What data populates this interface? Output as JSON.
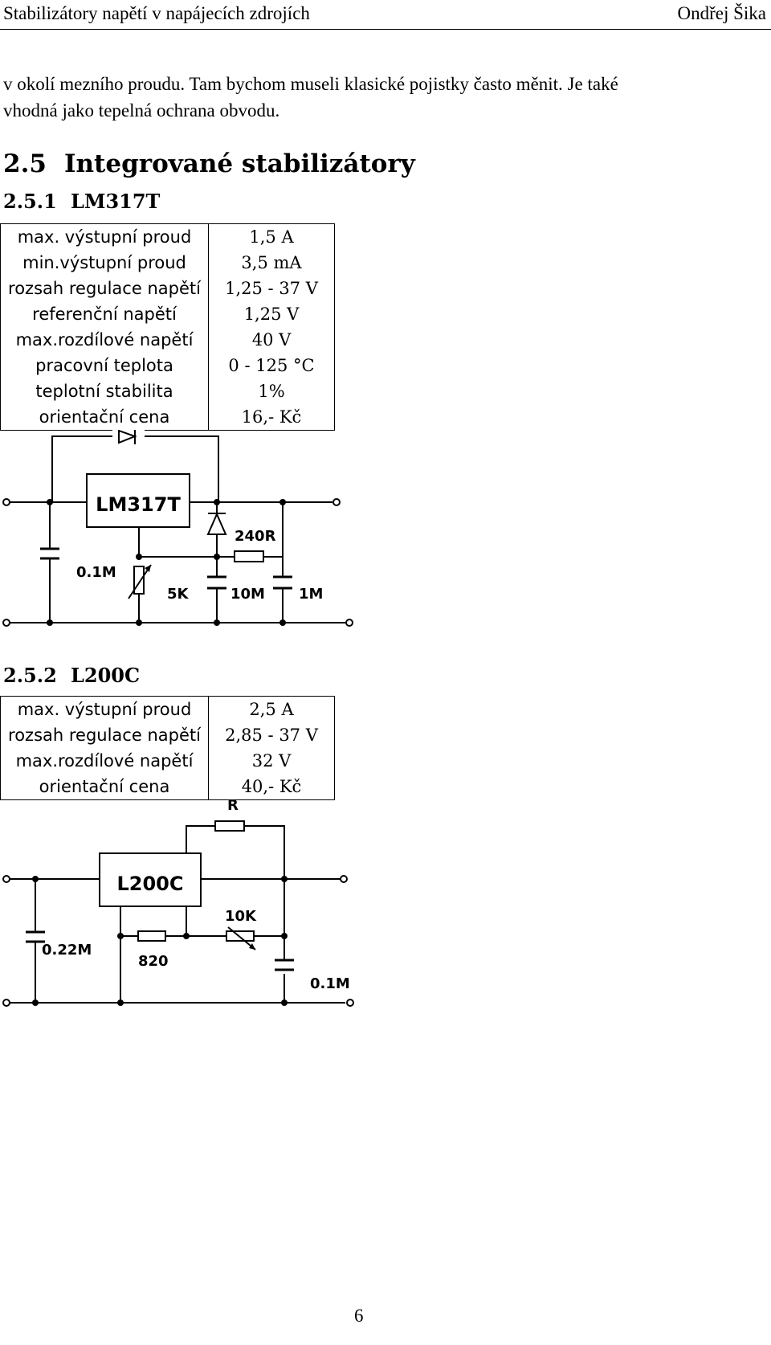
{
  "header": {
    "title": "Stabilizátory napětí v napájecích zdrojích",
    "author": "Ondřej Šika"
  },
  "intro": {
    "line1": "v okolí mezního proudu. Tam bychom museli klasické pojistky často měnit. Je také",
    "line2": "vhodná jako tepelná ochrana obvodu."
  },
  "section": {
    "number": "2.5",
    "title": "Integrované stabilizátory"
  },
  "lm317": {
    "number": "2.5.1",
    "title": "LM317T",
    "specs": [
      {
        "param": "max. výstupní proud",
        "value": "1,5 A"
      },
      {
        "param": "min.výstupní proud",
        "value": "3,5 mA"
      },
      {
        "param": "rozsah regulace napětí",
        "value": "1,25 - 37 V"
      },
      {
        "param": "referenční napětí",
        "value": "1,25 V"
      },
      {
        "param": "max.rozdílové napětí",
        "value": "40 V"
      },
      {
        "param": "pracovní teplota",
        "value": "0 - 125 °C"
      },
      {
        "param": "teplotní stabilita",
        "value": "1%"
      },
      {
        "param": "orientační cena",
        "value": "16,- Kč"
      }
    ],
    "schematic": {
      "ic_label": "LM317T",
      "labels": {
        "c_in": "0.1M",
        "pot": "5K",
        "r": "240R",
        "c_adj": "10M",
        "c_out": "1M"
      }
    }
  },
  "l200": {
    "number": "2.5.2",
    "title": "L200C",
    "specs": [
      {
        "param": "max. výstupní proud",
        "value": "2,5 A"
      },
      {
        "param": "rozsah regulace napětí",
        "value": "2,85 - 37 V"
      },
      {
        "param": "max.rozdílové napětí",
        "value": "32 V"
      },
      {
        "param": "orientační cena",
        "value": "40,- Kč"
      }
    ],
    "schematic": {
      "ic_label": "L200C",
      "labels": {
        "r_top": "R",
        "c_in": "0.22M",
        "r_820": "820",
        "pot": "10K",
        "c_out": "0.1M"
      }
    }
  },
  "page_number": "6"
}
